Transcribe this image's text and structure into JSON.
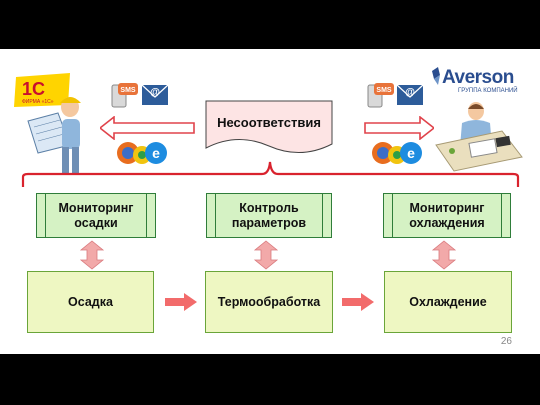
{
  "mismatch_label": "Несоответствия",
  "monitors": [
    {
      "line1": "Мониторинг",
      "line2": "осадки"
    },
    {
      "line1": "Контроль",
      "line2": "параметров"
    },
    {
      "line1": "Мониторинг",
      "line2": "охлаждения"
    }
  ],
  "processes": [
    "Осадка",
    "Термообработка",
    "Охлаждение"
  ],
  "left_logo": {
    "brand": "1С",
    "caption": "ФИРМА «1С»"
  },
  "right_logo": {
    "brand": "Averson",
    "caption": "ГРУППА КОМПАНИЙ"
  },
  "sms_label": "SMS",
  "email_symbol": "@",
  "page_number": "26",
  "colors": {
    "arrow": "#e0434b",
    "updown_arrow": "#f2a9a9",
    "bracket": "#d9232e",
    "flow_arrow": "#f26b6b"
  }
}
